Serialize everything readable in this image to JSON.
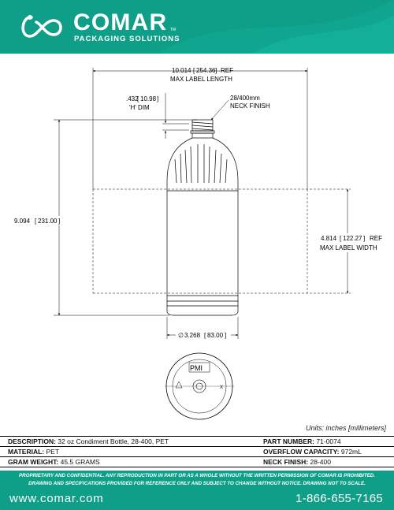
{
  "header": {
    "brand": "COMAR",
    "trademark": "TM",
    "tagline": "PACKAGING SOLUTIONS",
    "logo_icon": "comar-loop-logo-icon",
    "accent_color": "#0f9f88"
  },
  "drawing": {
    "label_length_dim": "10.014",
    "label_length_mm": "254.36",
    "label_length_ref": "REF",
    "label_length_caption": "MAX LABEL LENGTH",
    "h_dim_value": ".432",
    "h_dim_mm": "10.98",
    "h_dim_caption": "'H' DIM",
    "neck_value": "28/400mm",
    "neck_caption": "NECK FINISH",
    "height_dim": "9.094",
    "height_mm": "231.00",
    "label_width_dim": "4.814",
    "label_width_mm": "122.27",
    "label_width_ref": "REF",
    "label_width_caption": "MAX LABEL WIDTH",
    "diameter_symbol": "∅",
    "diameter_dim": "3.268",
    "diameter_mm": "83.00",
    "base_mark": "PMI",
    "base_x_mark": "X",
    "units_note": "Units: inches [millimeters]"
  },
  "specs": {
    "description_label": "DESCRIPTION:",
    "description_value": "32 oz Condiment Bottle, 28-400, PET",
    "part_number_label": "PART NUMBER:",
    "part_number_value": "71-0074",
    "material_label": "MATERIAL:",
    "material_value": "PET",
    "overflow_label": "OVERFLOW CAPACITY:",
    "overflow_value": "972mL",
    "gram_weight_label": "GRAM WEIGHT:",
    "gram_weight_value": "45.5 GRAMS",
    "neck_finish_label": "NECK FINISH:",
    "neck_finish_value": "28-400"
  },
  "legal": {
    "line1": "PROPRIETARY AND CONFIDENTIAL. ANY REPRODUCTION IN PART OR AS A WHOLE WITHOUT THE WRITTEN PERMISSION OF COMAR IS PROHIBITED.",
    "line2": "DRAWING AND SPECIFICATIONS PROVIDED FOR REFERENCE ONLY AND SUBJECT TO CHANGE WITHOUT NOTICE. DRAWING NOT TO SCALE."
  },
  "footer": {
    "website": "www.comar.com",
    "phone": "1-866-655-7165"
  }
}
